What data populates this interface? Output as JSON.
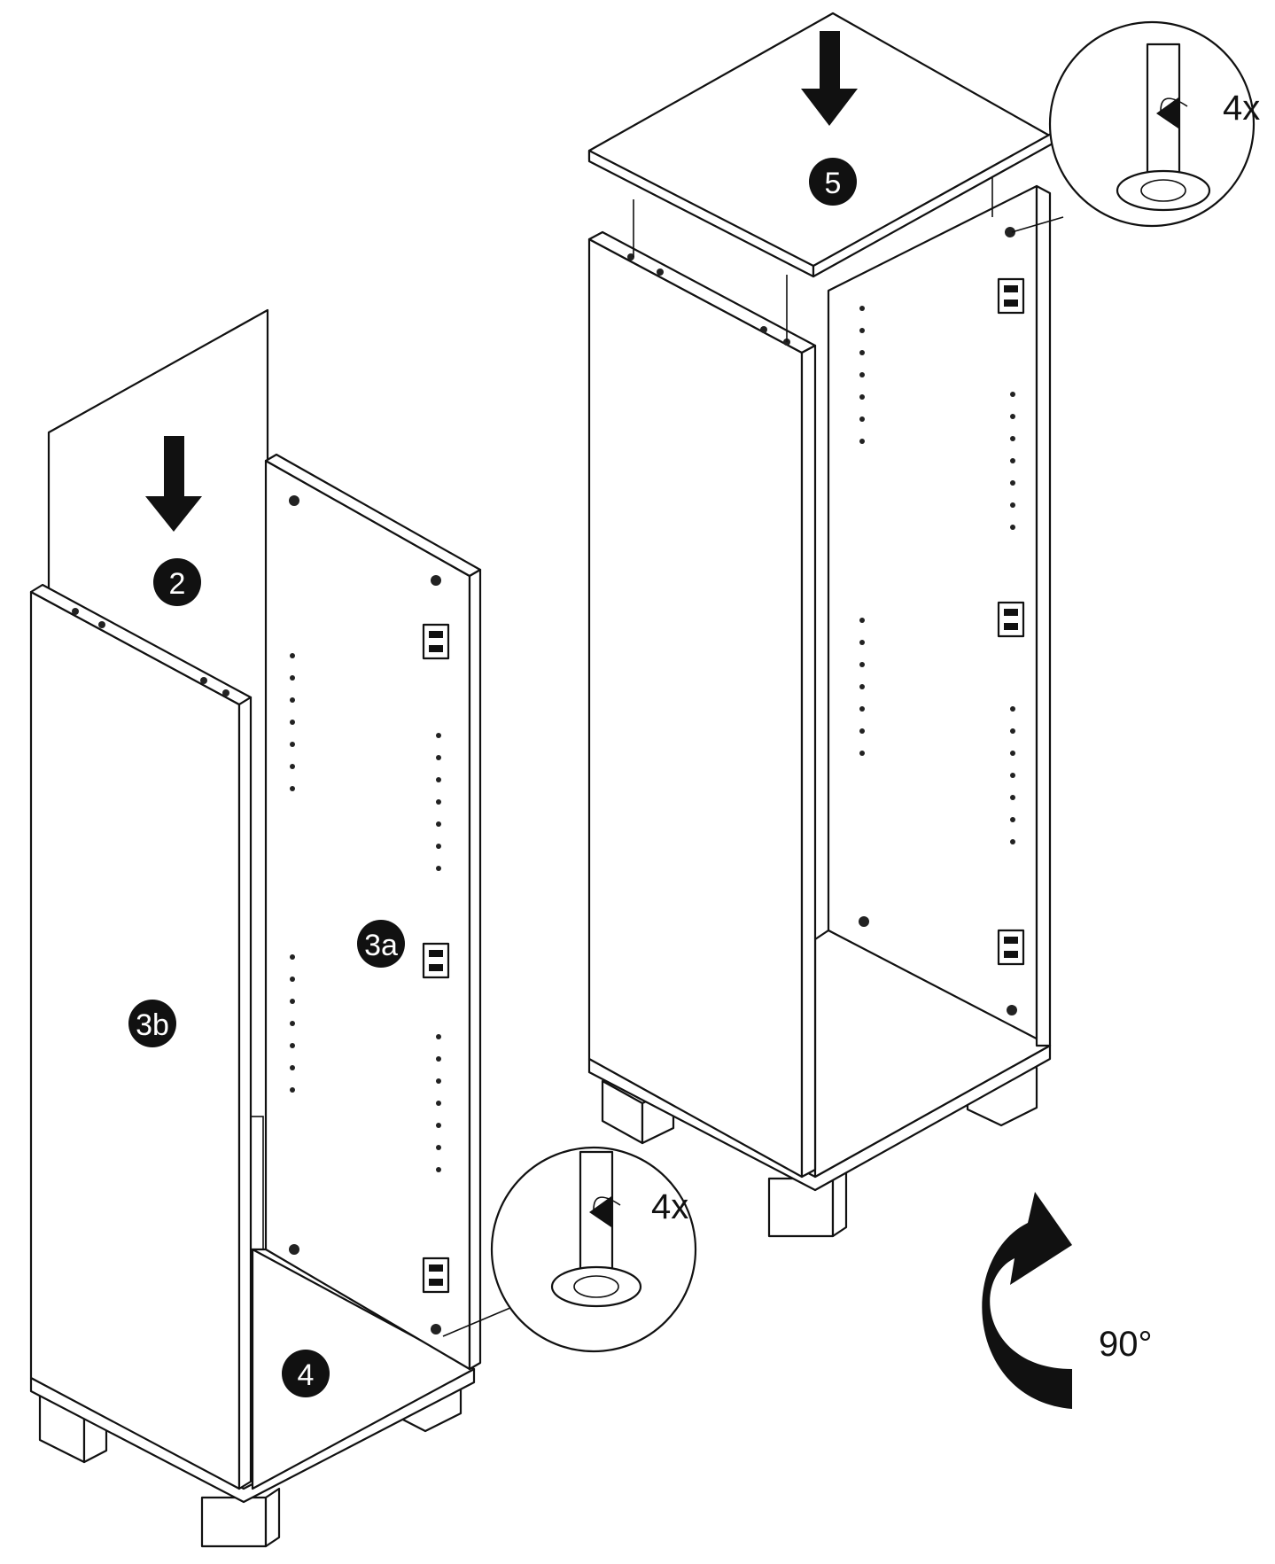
{
  "steps": {
    "back_panel": "2",
    "side_right": "3a",
    "side_left": "3b",
    "bottom": "4",
    "top": "5"
  },
  "callouts": {
    "lower_quantity": "4x",
    "upper_quantity": "4x"
  },
  "rotation_label": "90°"
}
